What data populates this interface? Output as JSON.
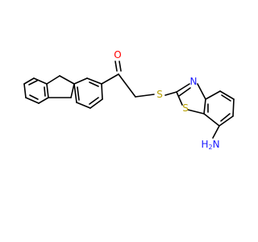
{
  "molecule": {
    "atoms": {
      "oxygen": "O",
      "sulfur_thioether": "S",
      "nitrogen_thiazole": "N",
      "sulfur_thiazole": "S",
      "amine_h": "H",
      "amine_subscript": "2",
      "amine_n": "N"
    },
    "colors": {
      "bond": "#000000",
      "oxygen": "#ff0000",
      "sulfur": "#b8a000",
      "nitrogen": "#1a1aff"
    }
  }
}
